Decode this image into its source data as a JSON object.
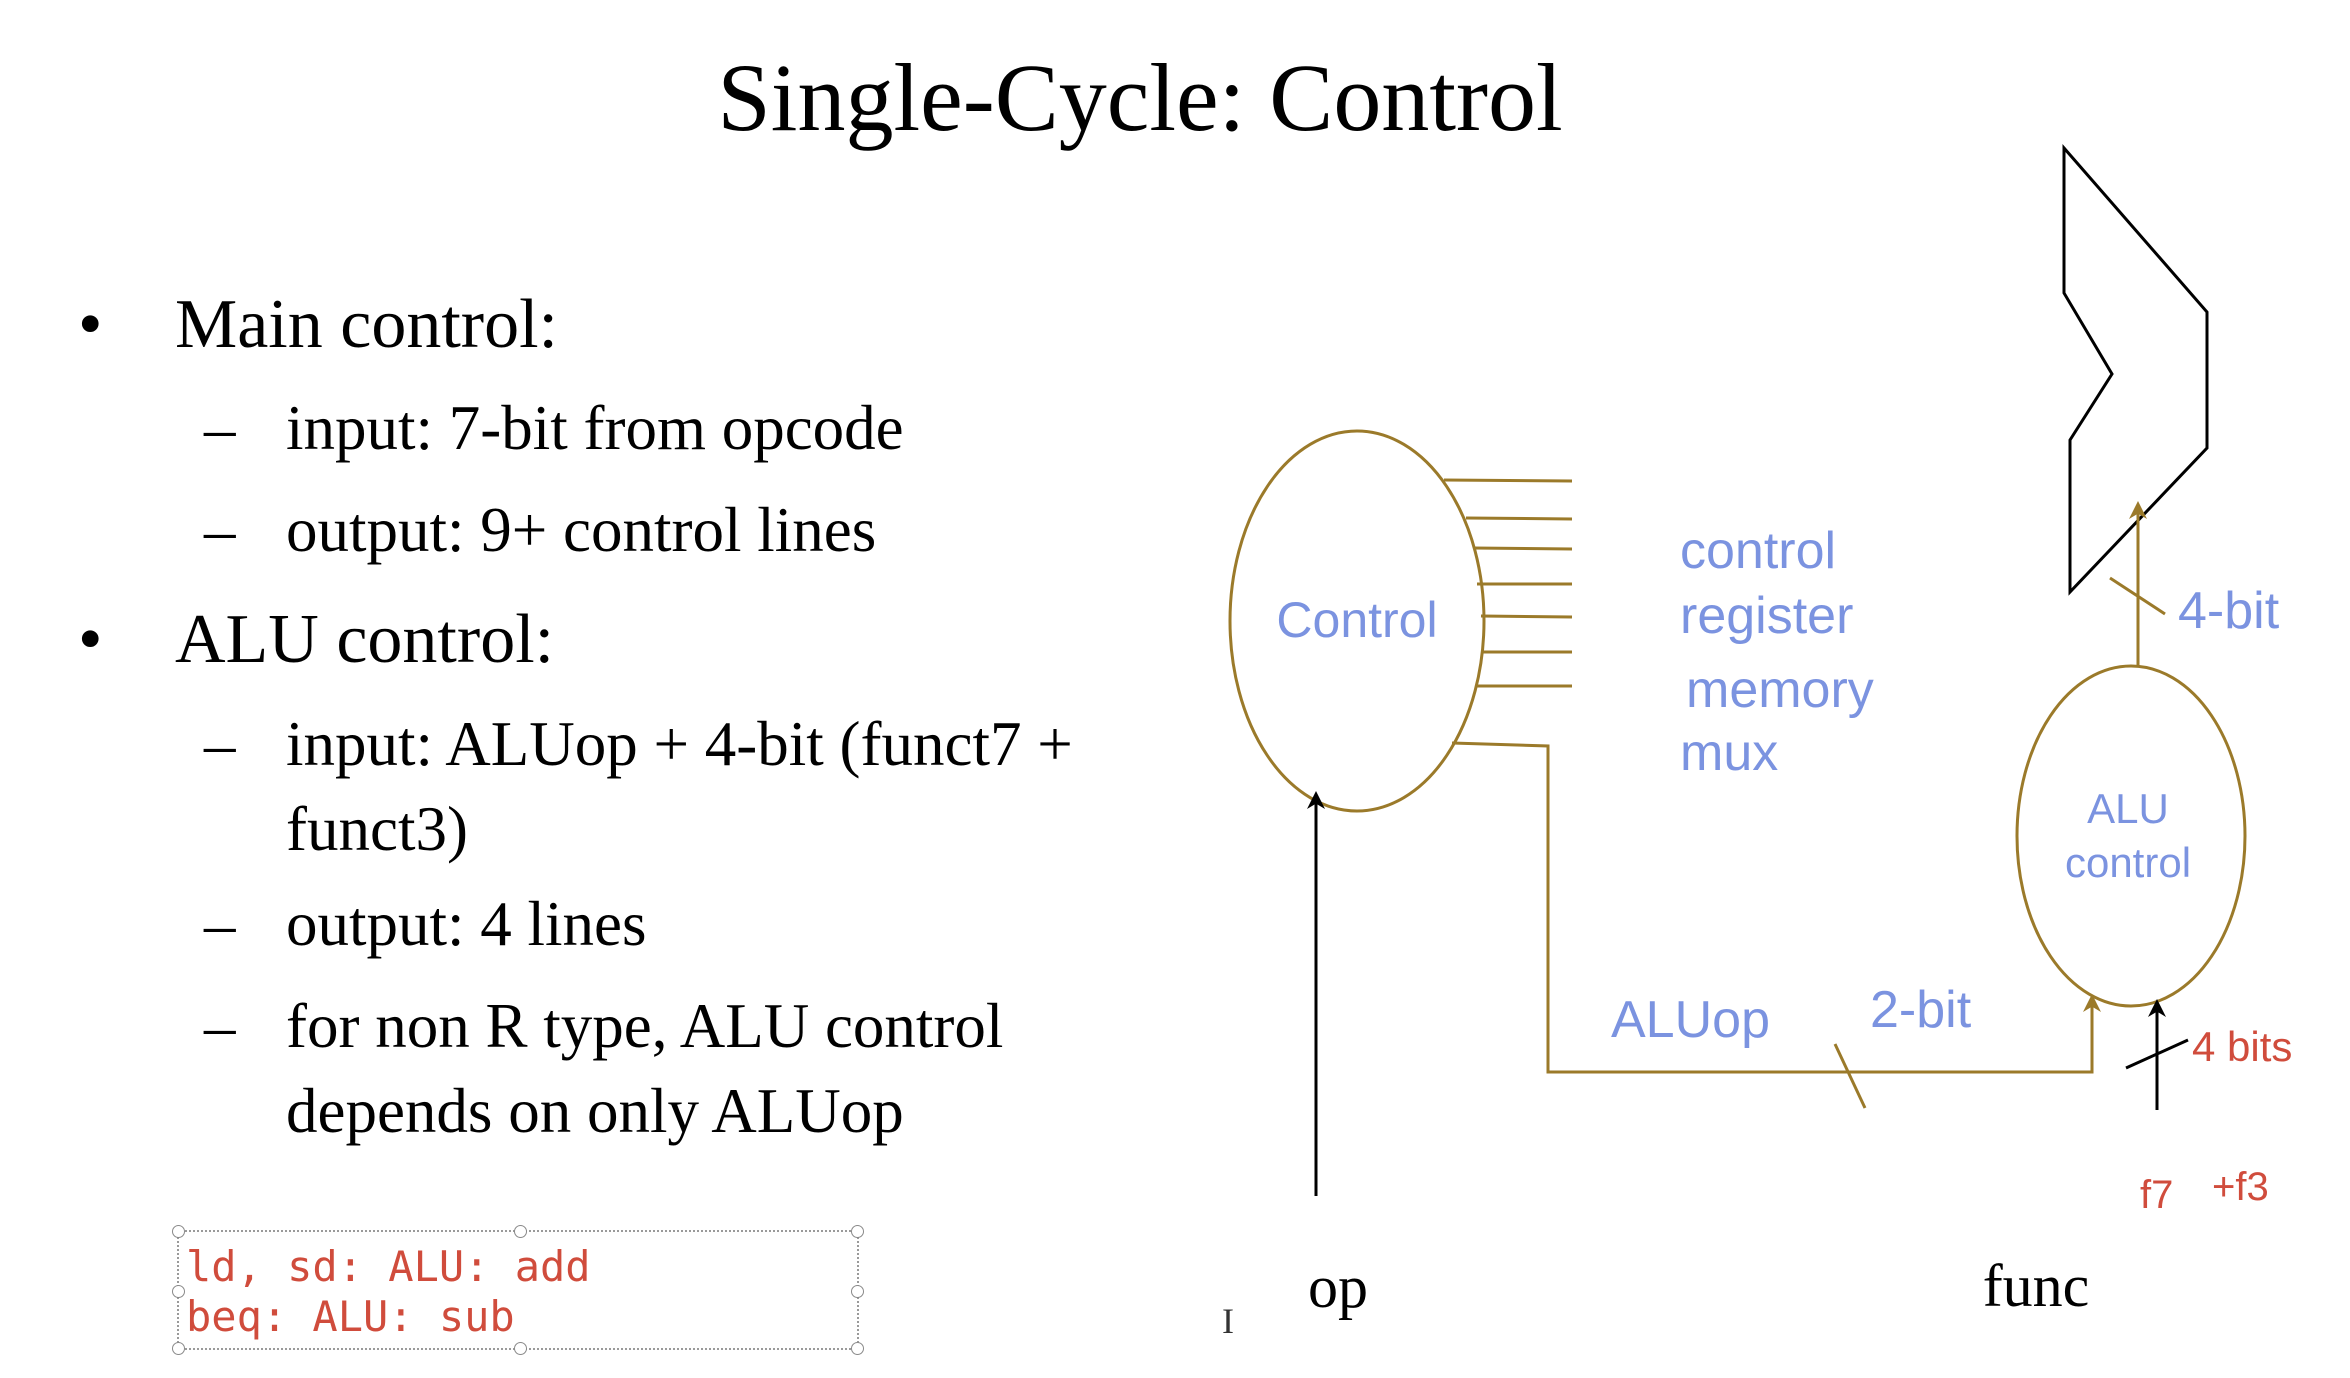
{
  "title": "Single-Cycle: Control",
  "bullets": [
    {
      "mark": "•",
      "text": "Main control:",
      "subs": [
        {
          "mark": "–",
          "lines": [
            "input: 7-bit from opcode"
          ]
        },
        {
          "mark": "–",
          "lines": [
            "output: 9+ control lines"
          ]
        }
      ]
    },
    {
      "mark": "•",
      "text": "ALU control:",
      "subs": [
        {
          "mark": "–",
          "lines": [
            "input: ALUop + 4-bit (funct7 +",
            "funct3)"
          ]
        },
        {
          "mark": "–",
          "lines": [
            "output: 4 lines"
          ]
        },
        {
          "mark": "–",
          "lines": [
            "for non R type, ALU control",
            "depends on only ALUop"
          ]
        }
      ]
    }
  ],
  "diagram": {
    "control_label": "Control",
    "control_outputs": [
      "control",
      "register",
      "memory",
      "mux"
    ],
    "aluop_label": "ALUop",
    "aluop_width": "2-bit",
    "alu_control_label": [
      "ALU",
      "control"
    ],
    "alu_output_width": "4-bit",
    "func_width": "4 bits",
    "func_parts": [
      "f7",
      "+f3"
    ],
    "op_label": "op",
    "func_label": "func"
  },
  "note": {
    "lines": [
      "ld, sd: ALU: add",
      "beq: ALU: sub"
    ]
  },
  "colors": {
    "wire": "#9b7a2a",
    "blue_text": "#7b93e0",
    "red_text": "#d04c3c",
    "black": "#000000"
  }
}
